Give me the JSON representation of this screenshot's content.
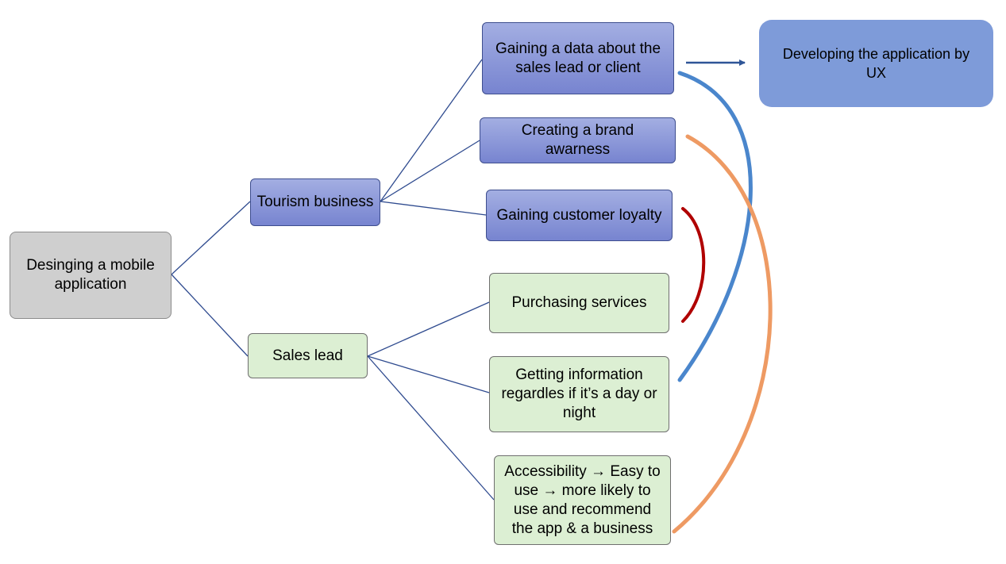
{
  "diagram": {
    "root": {
      "label": "Desinging a mobile\napplication"
    },
    "branches": {
      "tourism": {
        "label": "Tourism business"
      },
      "sales": {
        "label": "Sales lead"
      }
    },
    "leaves": {
      "gain_data": {
        "label": "Gaining a data about the\nsales lead or client"
      },
      "brand": {
        "label": "Creating a brand\nawarness"
      },
      "loyalty": {
        "label": "Gaining customer loyalty"
      },
      "purchasing": {
        "label": "Purchasing services"
      },
      "info": {
        "label": "Getting information\nregardles if it’s a day or\nnight"
      },
      "access": {
        "label": "Accessibility → Easy to\nuse → more likely to\nuse and recommend\nthe app & a business"
      }
    },
    "outcome": {
      "label": "Developing the application by\nUX"
    },
    "colors": {
      "connector": "#2f4b8f",
      "arrow": "#2f5597",
      "link_blue": "#4a86cc",
      "link_orange": "#ee9a63",
      "link_red": "#b00000"
    }
  }
}
